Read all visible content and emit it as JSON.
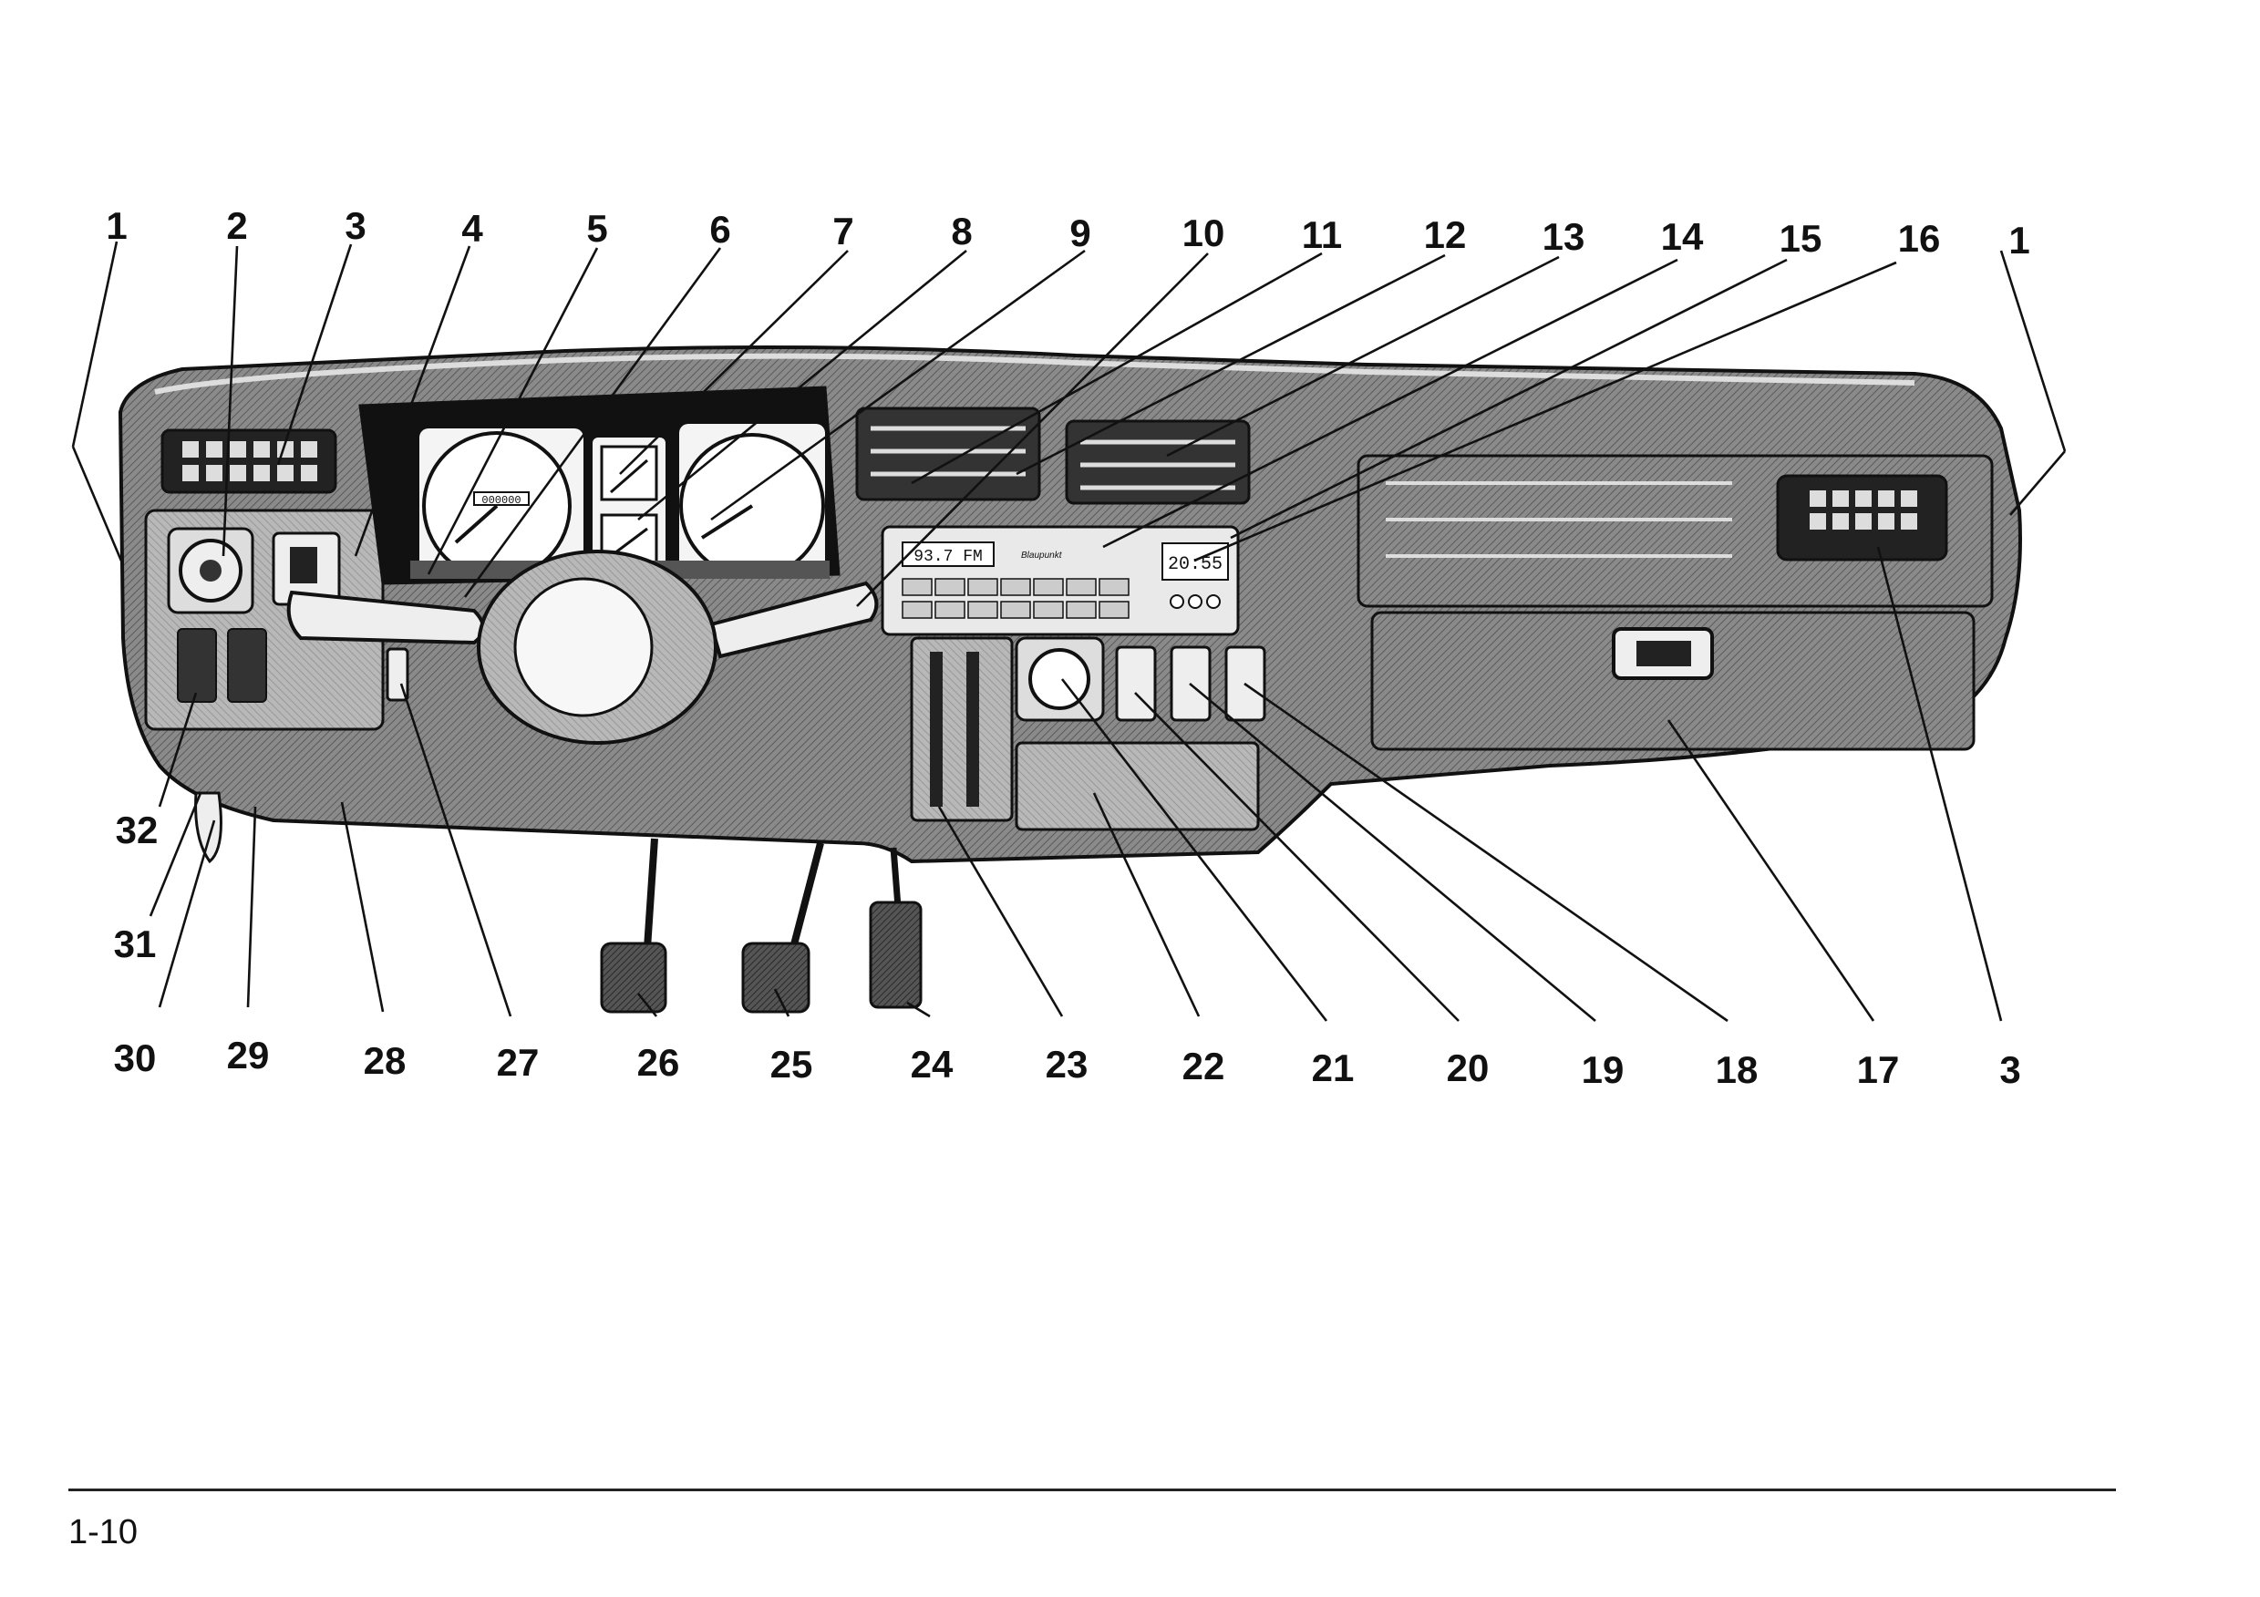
{
  "callouts": {
    "top": [
      "1",
      "2",
      "3",
      "4",
      "5",
      "6",
      "7",
      "8",
      "9",
      "10",
      "11",
      "12",
      "13",
      "14",
      "15",
      "16",
      "1"
    ],
    "bottom_left": [
      "32",
      "31",
      "30",
      "29",
      "28",
      "27",
      "26",
      "25",
      "24",
      "23",
      "22",
      "21",
      "20",
      "19",
      "18",
      "17",
      "3"
    ]
  },
  "radio": {
    "display": "93.7 FM",
    "brand": "Blaupunkt"
  },
  "clock": {
    "time": "20:55"
  },
  "odometer": "000000",
  "footer": {
    "page_number": "1-10"
  }
}
